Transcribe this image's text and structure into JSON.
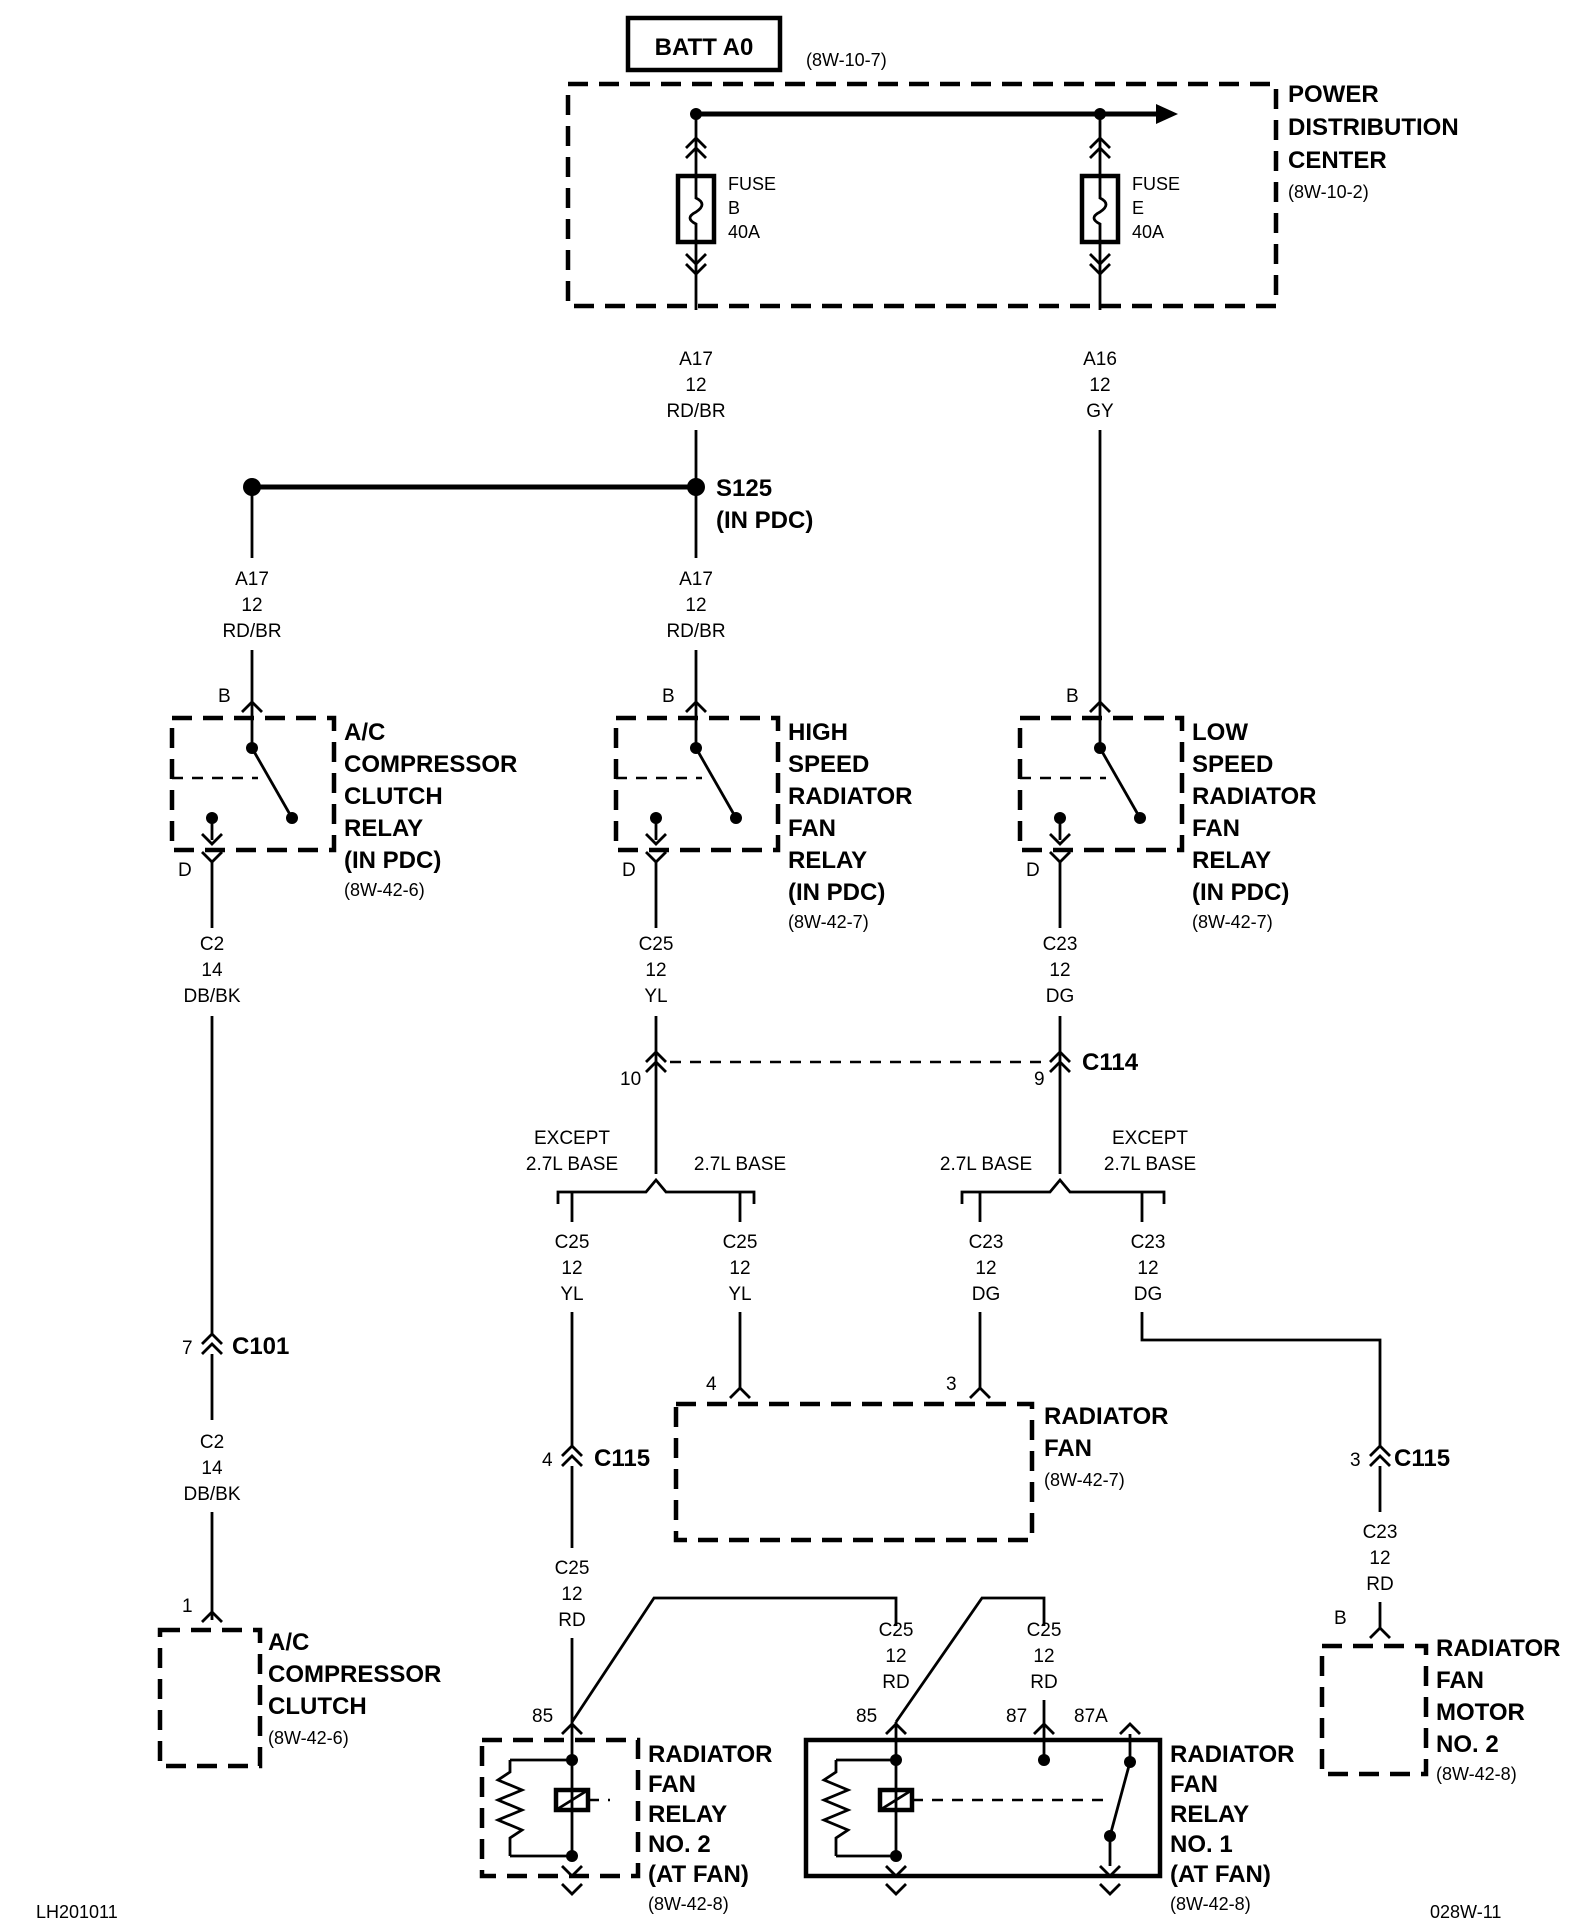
{
  "batt": "BATT A0",
  "batt_ref": "(8W-10-7)",
  "pdc": {
    "l1": "POWER",
    "l2": "DISTRIBUTION",
    "l3": "CENTER",
    "ref": "(8W-10-2)"
  },
  "fuse_b": {
    "l1": "FUSE",
    "l2": "B",
    "l3": "40A"
  },
  "fuse_e": {
    "l1": "FUSE",
    "l2": "E",
    "l3": "40A"
  },
  "wire_a17_top": {
    "c": "A17",
    "g": "12",
    "col": "RD/BR"
  },
  "wire_a16": {
    "c": "A16",
    "g": "12",
    "col": "GY"
  },
  "splice": {
    "name": "S125",
    "loc": "(IN PDC)"
  },
  "wire_a17_left": {
    "c": "A17",
    "g": "12",
    "col": "RD/BR"
  },
  "wire_a17_mid": {
    "c": "A17",
    "g": "12",
    "col": "RD/BR"
  },
  "pin_b": "B",
  "pin_d": "D",
  "ac_relay": {
    "l1": "A/C",
    "l2": "COMPRESSOR",
    "l3": "CLUTCH",
    "l4": "RELAY",
    "l5": "(IN PDC)",
    "ref": "(8W-42-6)"
  },
  "high_relay": {
    "l1": "HIGH",
    "l2": "SPEED",
    "l3": "RADIATOR",
    "l4": "FAN",
    "l5": "RELAY",
    "l6": "(IN PDC)",
    "ref": "(8W-42-7)"
  },
  "low_relay": {
    "l1": "LOW",
    "l2": "SPEED",
    "l3": "RADIATOR",
    "l4": "FAN",
    "l5": "RELAY",
    "l6": "(IN PDC)",
    "ref": "(8W-42-7)"
  },
  "wire_c2": {
    "c": "C2",
    "g": "14",
    "col": "DB/BK"
  },
  "wire_c25": {
    "c": "C25",
    "g": "12",
    "col": "YL"
  },
  "wire_c23": {
    "c": "C23",
    "g": "12",
    "col": "DG"
  },
  "c114": {
    "name": "C114",
    "pin_left": "10",
    "pin_right": "9"
  },
  "except_1": "EXCEPT",
  "except_2": "2.7L BASE",
  "base_27": "2.7L BASE",
  "c101": {
    "name": "C101",
    "pin": "7"
  },
  "wire_c2_low": {
    "c": "C2",
    "g": "14",
    "col": "DB/BK"
  },
  "rad_fan": {
    "l1": "RADIATOR",
    "l2": "FAN",
    "ref": "(8W-42-7)",
    "pin4": "4",
    "pin3": "3"
  },
  "c115_left": {
    "name": "C115",
    "pin": "4"
  },
  "c115_right": {
    "name": "C115",
    "pin": "3"
  },
  "wire_c25_rd": {
    "c": "C25",
    "g": "12",
    "col": "RD"
  },
  "wire_c23_rd": {
    "c": "C23",
    "g": "12",
    "col": "RD"
  },
  "ac_clutch": {
    "l1": "A/C",
    "l2": "COMPRESSOR",
    "l3": "CLUTCH",
    "ref": "(8W-42-6)",
    "pin": "1"
  },
  "motor2": {
    "l1": "RADIATOR",
    "l2": "FAN",
    "l3": "MOTOR",
    "l4": "NO. 2",
    "ref": "(8W-42-8)",
    "pin": "B"
  },
  "relay2": {
    "l1": "RADIATOR",
    "l2": "FAN",
    "l3": "RELAY",
    "l4": "NO. 2",
    "l5": "(AT FAN)",
    "ref": "(8W-42-8)",
    "pin": "85"
  },
  "relay1": {
    "l1": "RADIATOR",
    "l2": "FAN",
    "l3": "RELAY",
    "l4": "NO. 1",
    "l5": "(AT FAN)",
    "ref": "(8W-42-8)",
    "pin85": "85",
    "pin87": "87",
    "pin87a": "87A"
  },
  "footer_left": "LH201011",
  "footer_right": "028W-11"
}
